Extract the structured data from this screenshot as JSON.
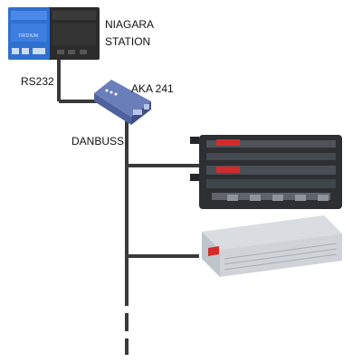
{
  "labels": {
    "station_line1": "NIAGARA",
    "station_line2": "STATION",
    "rs232": "RS232",
    "aka": "AKA 241",
    "danbuss": "DANBUSS"
  },
  "devices": {
    "niagara_brand": "TRIDIUM"
  },
  "icons": {
    "niagara_station": "niagara-station-icon",
    "aka_gateway": "aka-gateway-icon",
    "controller_large": "controller-large-icon",
    "controller_slim": "controller-slim-icon"
  },
  "colors": {
    "cable": "#3a3a3a",
    "station_blue": "#2f6fd0",
    "station_dark": "#2c2c2c",
    "gateway_blue": "#6a7fba",
    "controller_dark": "#2d2f33",
    "controller_silver": "#cfd3d8",
    "accent_red": "#d32b2b"
  }
}
